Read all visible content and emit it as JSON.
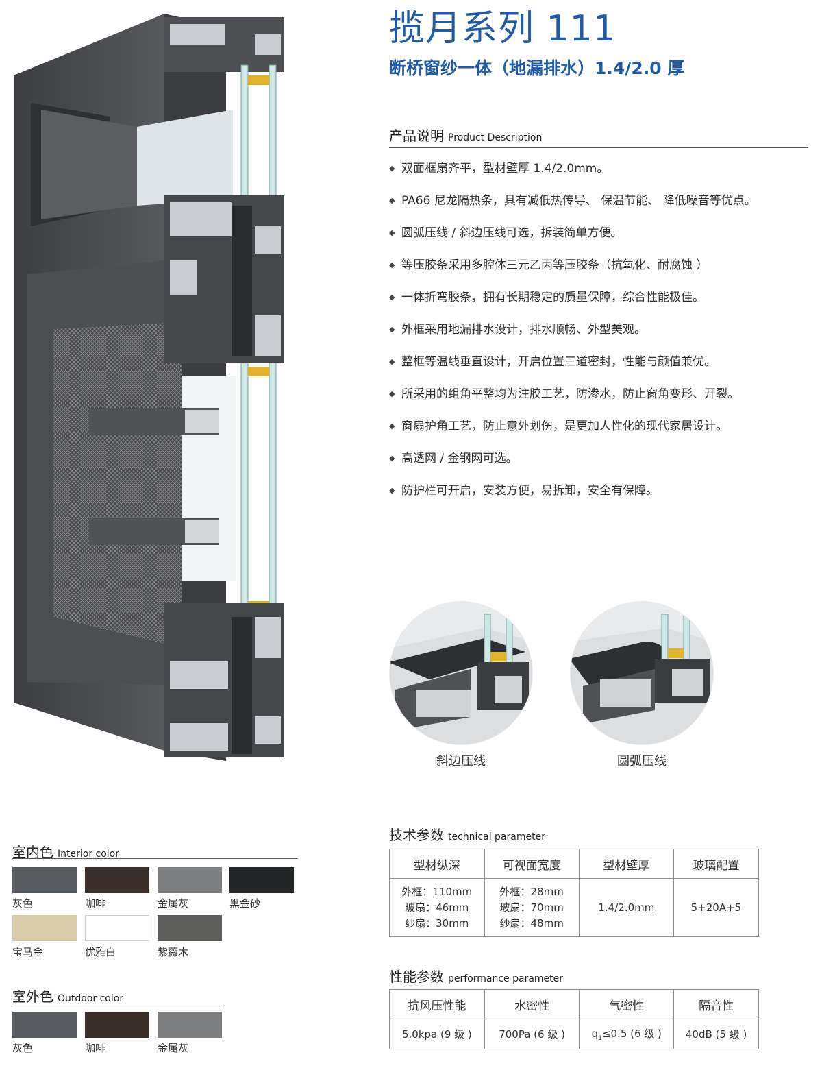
{
  "header": {
    "title": "揽月系列 111",
    "subtitle": "断桥窗纱一体（地漏排水）1.4/2.0 厚"
  },
  "description": {
    "title_cn": "产品说明",
    "title_en": "Product Description",
    "bullet": "◆",
    "items": [
      "双面框扇齐平，型材壁厚 1.4/2.0mm。",
      "PA66 尼龙隔热条，具有减低热传导、 保温节能、 降低噪音等优点。",
      "圆弧压线 / 斜边压线可选，拆装简单方便。",
      "等压胶条采用多腔体三元乙丙等压胶条（抗氧化、耐腐蚀 ）",
      "一体折弯胶条，拥有长期稳定的质量保障，综合性能极佳。",
      "外框采用地漏排水设计，排水顺畅、外型美观。",
      "整框等温线垂直设计，开启位置三道密封，性能与颜值兼优。",
      "所采用的组角平整均为注胶工艺，防渗水，防止窗角变形、开裂。",
      "窗扇护角工艺，防止意外划伤，是更加人性化的现代家居设计。",
      "高透网 / 金钢网可选。",
      "防护栏可开启，安装方便，易拆卸，安全有保障。"
    ]
  },
  "details": [
    {
      "caption": "斜边压线",
      "icon": "bevel-bead-profile-icon"
    },
    {
      "caption": "圆弧压线",
      "icon": "arc-bead-profile-icon"
    }
  ],
  "interior_color": {
    "title_cn": "室内色",
    "title_en": "Interior color",
    "swatches": [
      {
        "name": "灰色",
        "color": "#575b60"
      },
      {
        "name": "咖啡",
        "color": "#3a2e2b"
      },
      {
        "name": "金属灰",
        "color": "#7d7e7f"
      },
      {
        "name": "黑金砂",
        "color": "#232425"
      },
      {
        "name": "宝马金",
        "color": "#d8ccaa"
      },
      {
        "name": "优雅白",
        "color": "#ffffff"
      },
      {
        "name": "紫薇木",
        "color": "#5d5e5c"
      }
    ]
  },
  "outdoor_color": {
    "title_cn": "室外色",
    "title_en": "Outdoor color",
    "swatches": [
      {
        "name": "灰色",
        "color": "#575b60"
      },
      {
        "name": "咖啡",
        "color": "#3a2e2b"
      },
      {
        "name": "金属灰",
        "color": "#7d7e7f"
      }
    ]
  },
  "technical": {
    "title_cn": "技术参数",
    "title_en": "technical parameter",
    "headers": [
      "型材纵深",
      "可视面宽度",
      "型材壁厚",
      "玻璃配置"
    ],
    "depth": [
      "外框：110mm",
      "玻扇：46mm",
      "纱扇：30mm"
    ],
    "width": [
      "外框：28mm",
      "玻扇：70mm",
      "纱扇：48mm"
    ],
    "wall": "1.4/2.0mm",
    "glass": "5+20A+5"
  },
  "performance": {
    "title_cn": "性能参数",
    "title_en": "performance parameter",
    "headers": [
      "抗风压性能",
      "水密性",
      "气密性",
      "隔音性"
    ],
    "wind": "5.0kpa (9 级 )",
    "water": "700Pa (6 级 )",
    "air_q": "q",
    "air_sub": "1",
    "air_rest": "≤0.5 (6 级 )",
    "sound": "40dB (5 级 )"
  },
  "colors": {
    "title_blue": "#1f5ba9",
    "frame_dark": "#4a4c50",
    "aluminum": "#c8ccd0",
    "glass": "#cfe8e6",
    "strip": "#e1b32b"
  }
}
